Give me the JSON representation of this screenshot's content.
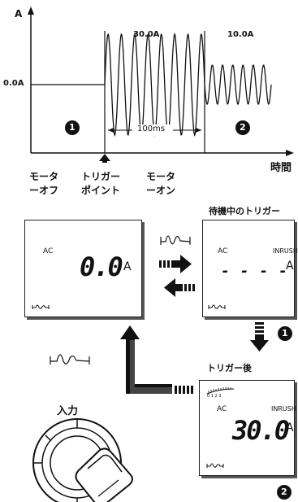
{
  "graph": {
    "y_axis_label": "A",
    "x_axis_label": "時間",
    "baseline_label": "0.0A",
    "first_level_label": "30.0A",
    "second_level_label": "10.0A",
    "duration_label": "100ms",
    "marker_1": "1",
    "marker_2": "2"
  },
  "captions": {
    "motor_off": [
      "モータ",
      "ーオフ"
    ],
    "trigger_point": [
      "トリガー",
      "ポイント"
    ],
    "motor_on": [
      "モータ",
      "ーオン"
    ]
  },
  "panels": {
    "waiting_title": "待機中のトリガー",
    "after_title": "トリガー後",
    "step_marker_1": "1",
    "step_marker_2": "2",
    "input_label": "入力"
  },
  "display_left": {
    "ac": "AC",
    "reading": "0.0",
    "unit": "A"
  },
  "display_waiting": {
    "ac": "AC",
    "mode": "INRUSH",
    "reading": "- - - -",
    "unit": "A"
  },
  "display_after": {
    "ac": "AC",
    "mode": "INRUSH",
    "reading": "30.0",
    "unit": "A",
    "scale": "0 1 2 3"
  },
  "colors": {
    "ink": "#111111",
    "frame_shadow": "#555555"
  }
}
